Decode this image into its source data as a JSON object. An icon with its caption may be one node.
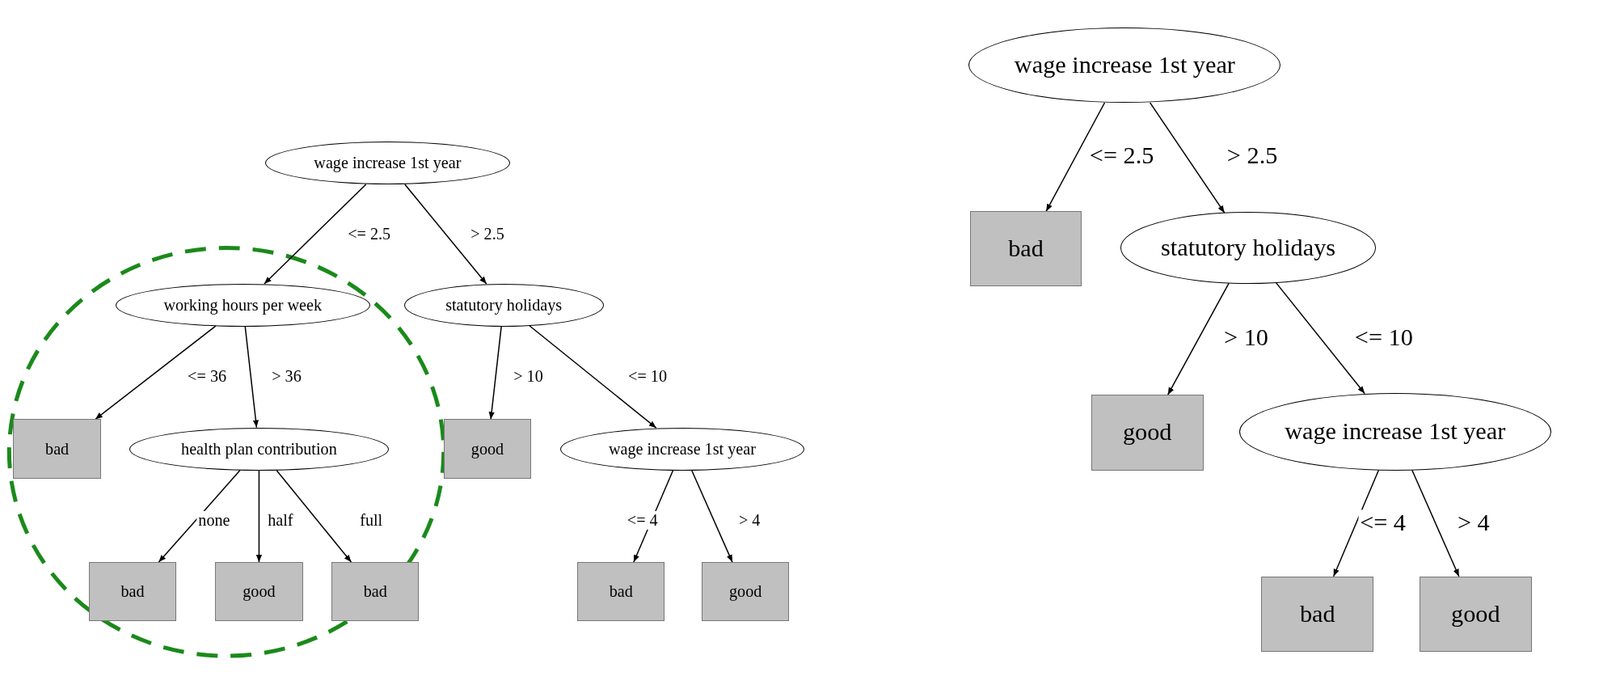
{
  "diagram": {
    "nodes": [
      {
        "text": [
          "wage increase 1st year"
        ]
      },
      {
        "text": [
          "working hours per week"
        ]
      },
      {
        "text": [
          "statutory holidays"
        ]
      },
      {
        "text": [
          "bad"
        ]
      },
      {
        "text": [
          "health plan contribution"
        ]
      },
      {
        "text": [
          "good"
        ]
      },
      {
        "text": [
          "wage increase 1st year"
        ]
      },
      {
        "text": [
          "bad"
        ]
      },
      {
        "text": [
          "good"
        ]
      },
      {
        "text": [
          "bad"
        ]
      },
      {
        "text": [
          "bad"
        ]
      },
      {
        "text": [
          "good"
        ]
      },
      {
        "text": [
          "wage increase 1st year"
        ]
      },
      {
        "text": [
          "bad"
        ]
      },
      {
        "text": [
          "statutory holidays"
        ]
      },
      {
        "text": [
          "good"
        ]
      },
      {
        "text": [
          "wage increase 1st year"
        ]
      },
      {
        "text": [
          "bad"
        ]
      },
      {
        "text": [
          "good"
        ]
      }
    ],
    "edges": [
      {
        "from": 0,
        "to": 1,
        "arrow": "to",
        "label": "<= 2.5"
      },
      {
        "from": 0,
        "to": 2,
        "arrow": "to",
        "label": "> 2.5"
      },
      {
        "from": 1,
        "to": 3,
        "arrow": "to",
        "label": "<= 36"
      },
      {
        "from": 1,
        "to": 4,
        "arrow": "to",
        "label": "> 36"
      },
      {
        "from": 2,
        "to": 5,
        "arrow": "to",
        "label": "> 10"
      },
      {
        "from": 2,
        "to": 6,
        "arrow": "to",
        "label": "<= 10"
      },
      {
        "from": 4,
        "to": 7,
        "arrow": "to",
        "label": "none"
      },
      {
        "from": 4,
        "to": 8,
        "arrow": "to",
        "label": "half"
      },
      {
        "from": 4,
        "to": 9,
        "arrow": "to",
        "label": "full"
      },
      {
        "from": 6,
        "to": 10,
        "arrow": "to",
        "label": "<= 4"
      },
      {
        "from": 6,
        "to": 11,
        "arrow": "to",
        "label": "> 4"
      },
      {
        "from": 12,
        "to": 13,
        "arrow": "to",
        "label": "<= 2.5"
      },
      {
        "from": 12,
        "to": 14,
        "arrow": "to",
        "label": "> 2.5"
      },
      {
        "from": 14,
        "to": 15,
        "arrow": "to",
        "label": "> 10"
      },
      {
        "from": 14,
        "to": 16,
        "arrow": "to",
        "label": "<= 10"
      },
      {
        "from": 16,
        "to": 17,
        "arrow": "to",
        "label": "<= 4"
      },
      {
        "from": 16,
        "to": 18,
        "arrow": "to",
        "label": "> 4"
      }
    ]
  }
}
